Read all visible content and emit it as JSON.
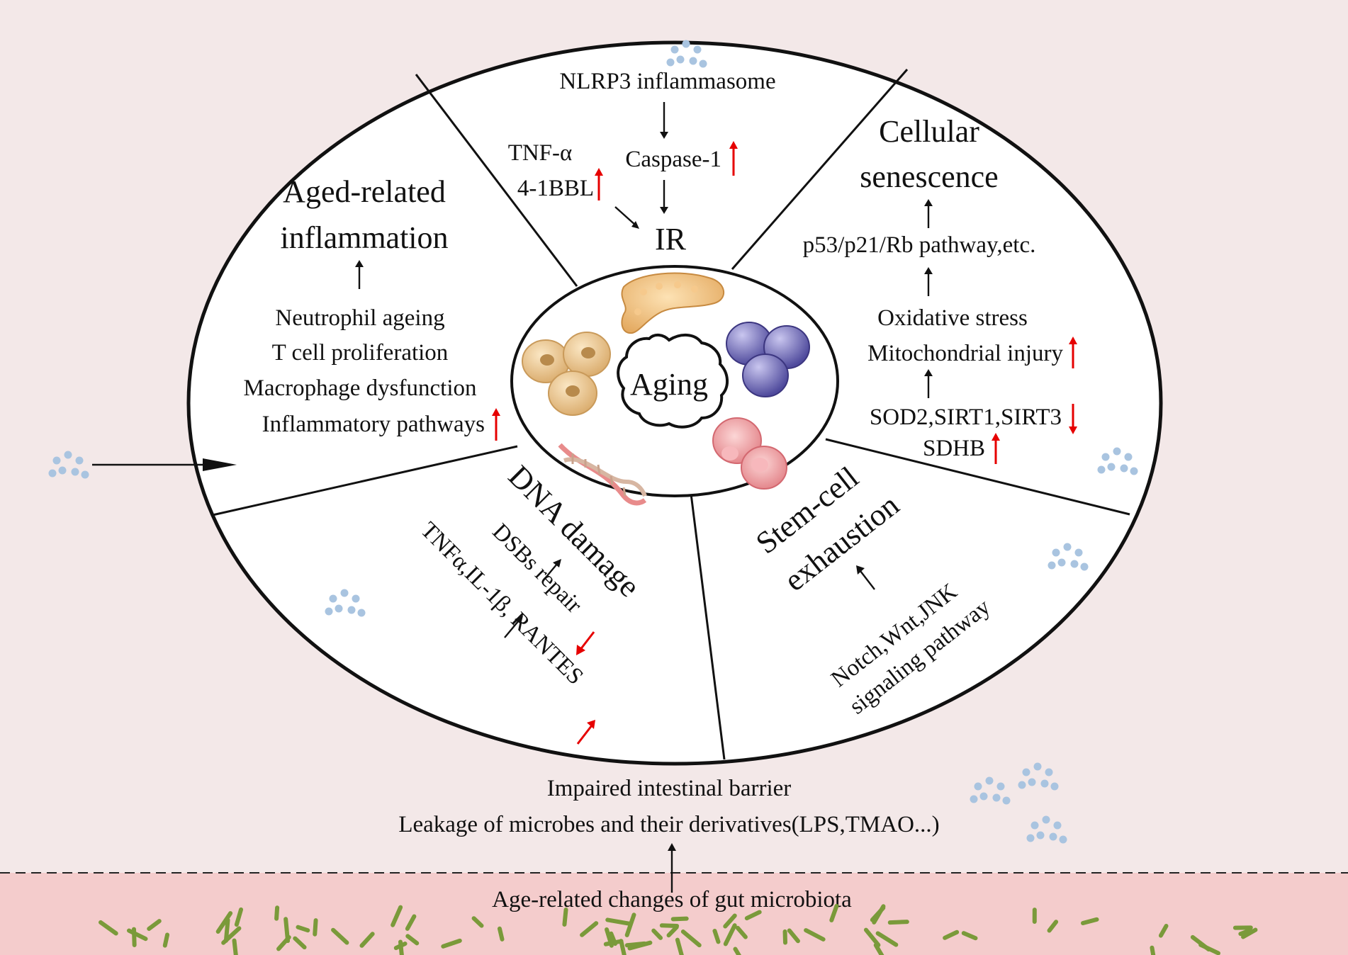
{
  "colors": {
    "background_upper": "#f3e8e8",
    "gut_band": "#f4cccc",
    "increase_arrow": "#e60000",
    "bacteria": "#7a9a3a",
    "particles": "#a9c4e0"
  },
  "center": {
    "label": "Aging",
    "icons": [
      "pancreas-icon",
      "yellow-cells-icon",
      "purple-cells-icon",
      "red-blood-cells-icon",
      "dna-helix-icon",
      "gear-outline-icon"
    ]
  },
  "segments": {
    "ir": {
      "title": "IR",
      "nlrp3": "NLRP3 inflammasome",
      "caspase": "Caspase-1",
      "tnf": "TNF-α",
      "bbl": "4-1BBL"
    },
    "inflammation": {
      "title_line1": "Aged-related",
      "title_line2": "inflammation",
      "items": [
        "Neutrophil ageing",
        "T cell proliferation",
        "Macrophage dysfunction",
        "Inflammatory pathways"
      ]
    },
    "senescence": {
      "title_line1": "Cellular",
      "title_line2": "senescence",
      "pathway": "p53/p21/Rb pathway,etc.",
      "stress_line1": "Oxidative stress",
      "stress_line2": "Mitochondrial injury",
      "markers_line1": "SOD2,SIRT1,SIRT3",
      "markers_line2": "SDHB"
    },
    "dna": {
      "title": "DNA damage",
      "repair": "DSBs repair",
      "cytokines": "TNFα,IL-1β, RANTES"
    },
    "stemcell": {
      "title_line1": "Stem-cell",
      "title_line2": "exhaustion",
      "signal_line1": "Notch,Wnt,JNK",
      "signal_line2": "signaling pathway"
    }
  },
  "bottom": {
    "barrier_line1": "Impaired intestinal barrier",
    "barrier_line2": "Leakage of  microbes and their derivatives(LPS,TMAO...)",
    "gut": "Age-related changes of gut microbiota"
  }
}
